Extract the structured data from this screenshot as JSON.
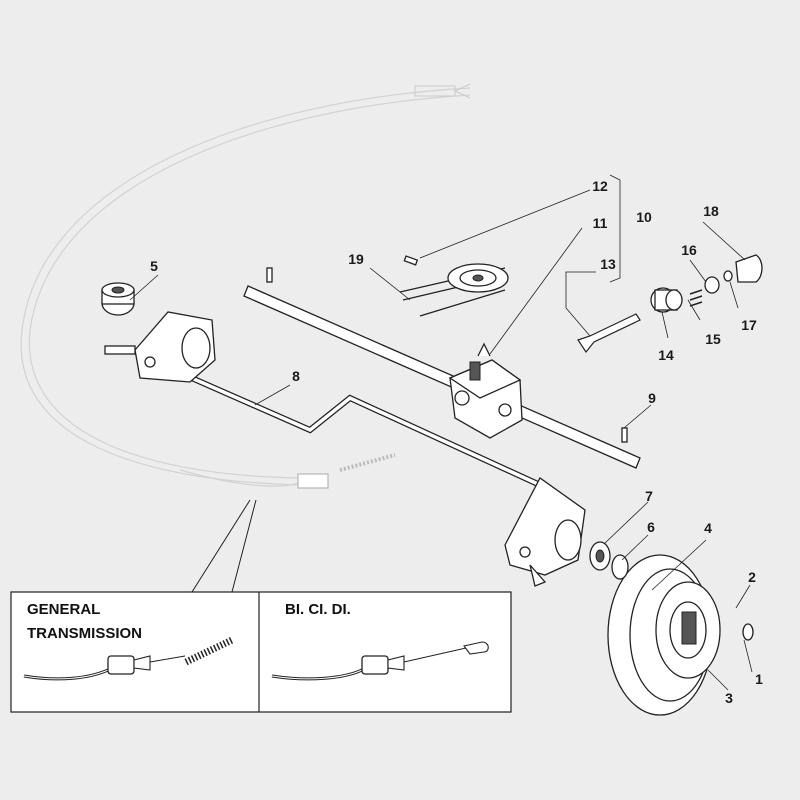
{
  "parts": [
    {
      "id": "part-label-1",
      "text": "1"
    },
    {
      "id": "part-label-2",
      "text": "2"
    },
    {
      "id": "part-label-3",
      "text": "3"
    },
    {
      "id": "part-label-4",
      "text": "4"
    },
    {
      "id": "part-label-5",
      "text": "5"
    },
    {
      "id": "part-label-6",
      "text": "6"
    },
    {
      "id": "part-label-7",
      "text": "7"
    },
    {
      "id": "part-label-8",
      "text": "8"
    },
    {
      "id": "part-label-9",
      "text": "9"
    },
    {
      "id": "part-label-10",
      "text": "10"
    },
    {
      "id": "part-label-11",
      "text": "11"
    },
    {
      "id": "part-label-12",
      "text": "12"
    },
    {
      "id": "part-label-13",
      "text": "13"
    },
    {
      "id": "part-label-14",
      "text": "14"
    },
    {
      "id": "part-label-15",
      "text": "15"
    },
    {
      "id": "part-label-16",
      "text": "16"
    },
    {
      "id": "part-label-17",
      "text": "17"
    },
    {
      "id": "part-label-18",
      "text": "18"
    },
    {
      "id": "part-label-19",
      "text": "19"
    }
  ],
  "legend": {
    "left_line1": "GENERAL",
    "left_line2": "TRANSMISSION",
    "right": "BI. CI. DI."
  }
}
